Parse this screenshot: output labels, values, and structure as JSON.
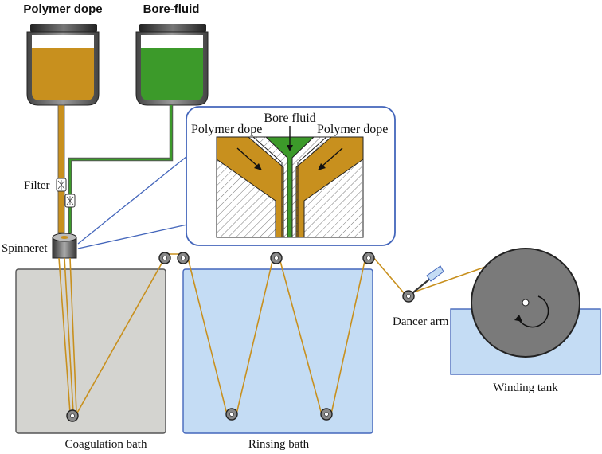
{
  "labels": {
    "polymer_dope_tank": "Polymer dope",
    "bore_fluid_tank": "Bore-fluid",
    "filter": "Filter",
    "spinneret": "Spinneret",
    "inset_bore_fluid": "Bore fluid",
    "inset_polymer_dope_left": "Polymer dope",
    "inset_polymer_dope_right": "Polymer dope",
    "dancer_arm": "Dancer arm",
    "winding_tank": "Winding tank",
    "coagulation_bath": "Coagulation bath",
    "rinsing_bath": "Rinsing bath"
  },
  "colors": {
    "polymer_dope": "#c8901e",
    "bore_fluid": "#3c9a2a",
    "coagulation_bath": "#d4d4d0",
    "rinsing_bath": "#c4dcf4",
    "winding_tank": "#c4dcf4",
    "inset_border": "#4466bb",
    "fiber": "#c8901e",
    "drum": "#7a7a7a"
  },
  "icons": {
    "rotation": "counterclockwise-arrow-icon",
    "filter": "filter-icon",
    "pulley": "pulley-icon"
  }
}
